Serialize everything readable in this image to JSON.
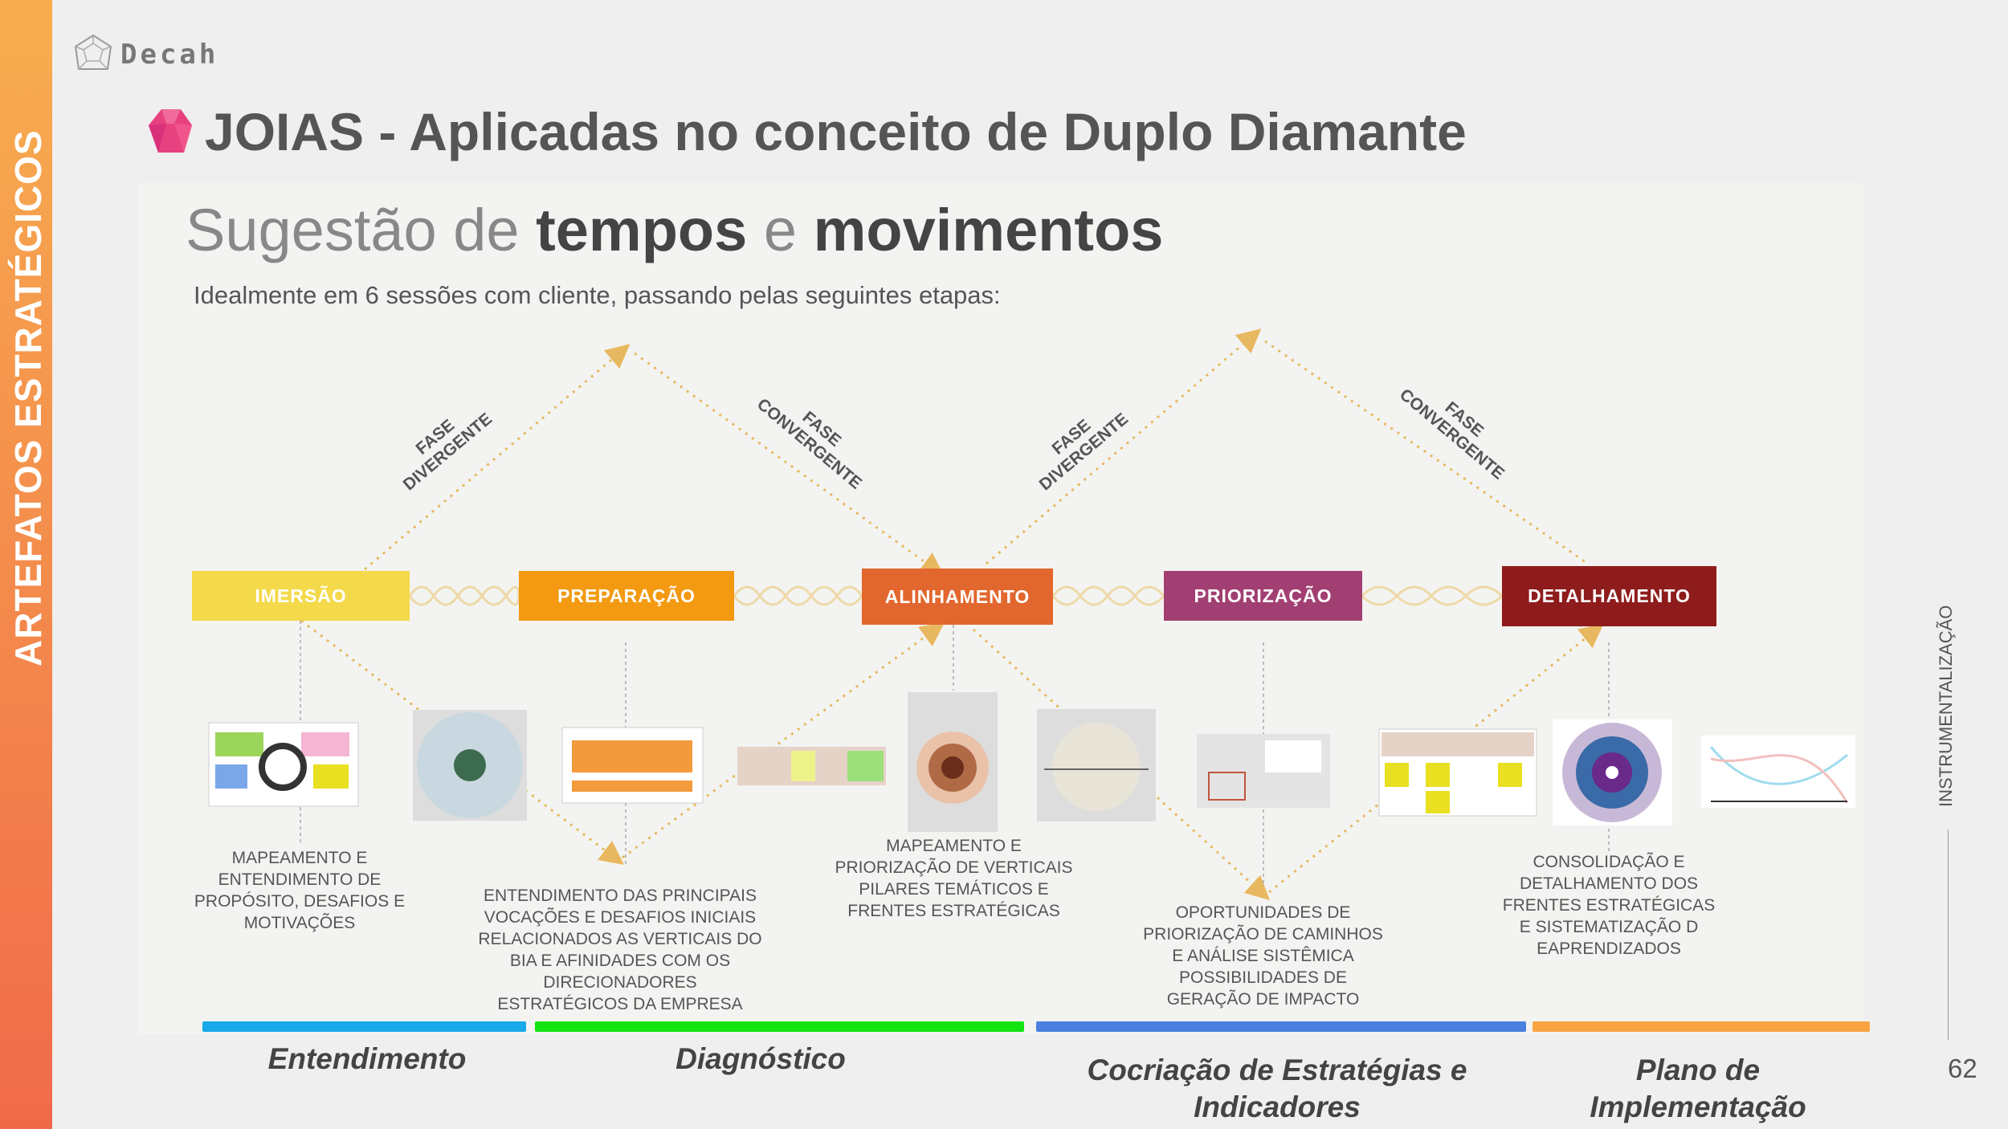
{
  "sidebar": {
    "label": "ARTEFATOS ESTRATÉGICOS"
  },
  "logo": {
    "text": "Decah"
  },
  "header": {
    "title": "JOIAS - Aplicadas no conceito de Duplo Diamante"
  },
  "slide": {
    "heading_light1": "Sugestão de ",
    "heading_bold1": "tempos",
    "heading_light2": " e ",
    "heading_bold2": "movimentos",
    "intro": "Idealmente em 6 sessões com cliente, passando pelas seguintes etapas:",
    "phases": [
      "FASE DIVERGENTE",
      "FASE CONVERGENTE",
      "FASE DIVERGENTE",
      "FASE CONVERGENTE"
    ],
    "stages": [
      {
        "label": "IMERSÃO",
        "color": "#f4d94a"
      },
      {
        "label": "PREPARAÇÃO",
        "color": "#f39a12"
      },
      {
        "label": "ALINHAMENTO",
        "color": "#e2672e"
      },
      {
        "label": "PRIORIZAÇÃO",
        "color": "#a23f72"
      },
      {
        "label": "DETALHAMENTO",
        "color": "#8e1c1c"
      }
    ],
    "descriptions": [
      "MAPEAMENTO E ENTENDIMENTO DE PROPÓSITO, DESAFIOS E MOTIVAÇÕES",
      "ENTENDIMENTO DAS PRINCIPAIS VOCAÇÕES E DESAFIOS INICIAIS RELACIONADOS AS VERTICAIS DO BIA E AFINIDADES COM OS DIRECIONADORES ESTRATÉGICOS DA EMPRESA",
      "MAPEAMENTO E PRIORIZAÇÃO DE VERTICAIS PILARES TEMÁTICOS E FRENTES ESTRATÉGICAS",
      "OPORTUNIDADES DE PRIORIZAÇÃO DE CAMINHOS E ANÁLISE SISTÊMICA POSSIBILIDADES DE GERAÇÃO DE IMPACTO",
      "CONSOLIDAÇÃO E DETALHAMENTO DOS FRENTES ESTRATÉGICAS E SISTEMATIZAÇÃO D EAPRENDIZADOS"
    ]
  },
  "groups": [
    {
      "label": "Entendimento",
      "color": "#17a9e8"
    },
    {
      "label": "Diagnóstico",
      "color": "#11e411"
    },
    {
      "label": "Cocriação de Estratégias e Indicadores",
      "color": "#4a80e0"
    },
    {
      "label": "Plano de Implementação",
      "color": "#f8a541"
    }
  ],
  "right": {
    "label": "INSTRUMENTALIZAÇÃO",
    "page": "62"
  }
}
